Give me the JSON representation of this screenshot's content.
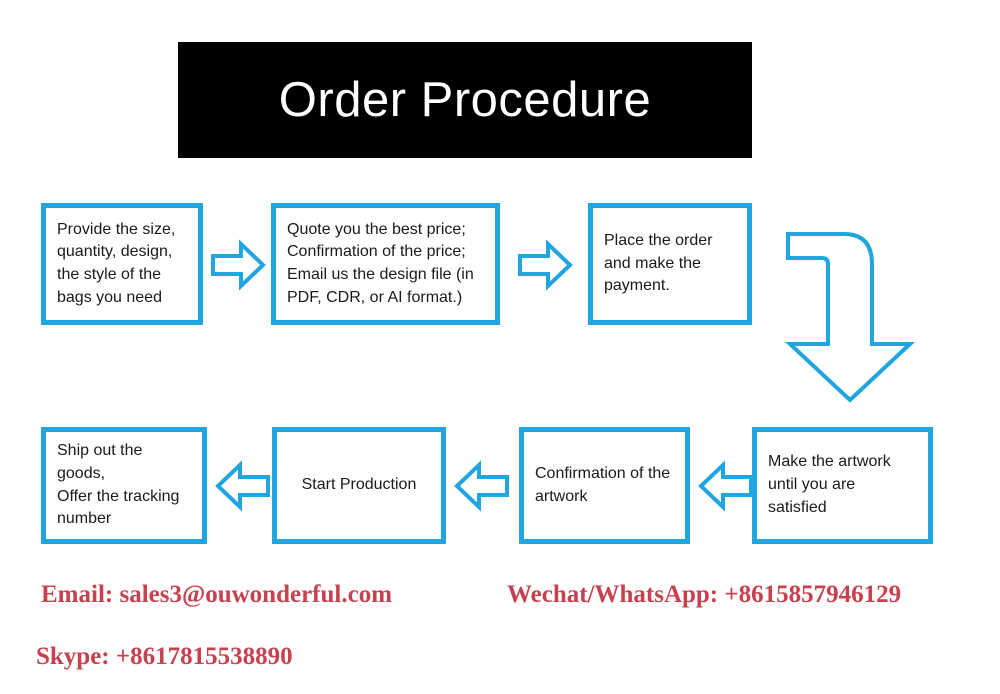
{
  "header": {
    "title": "Order Procedure",
    "banner_bg": "#000000",
    "title_color": "#ffffff"
  },
  "theme": {
    "accent_blue": "#21A5DE",
    "box_fill": "#ffffff",
    "text_color": "#1a1a1a",
    "contact_red": "#C8414F",
    "page_bg": "#ffffff"
  },
  "flow": {
    "row1": [
      {
        "id": "step-1",
        "name": "provide-requirements",
        "text": "Provide the size,\nquantity, design,\nthe style of the\nbags you need",
        "align": "left"
      },
      {
        "id": "step-2",
        "name": "quote-and-design-file",
        "text": "Quote you the best price;\nConfirmation of the price;\nEmail us the design file (in\nPDF, CDR, or AI format.)",
        "align": "left"
      },
      {
        "id": "step-3",
        "name": "place-order-payment",
        "text": "Place the order\nand make the\npayment.",
        "align": "left"
      }
    ],
    "row2": [
      {
        "id": "step-7",
        "name": "ship-goods-tracking",
        "text": "Ship out the goods,\nOffer the tracking\nnumber",
        "align": "left"
      },
      {
        "id": "step-6",
        "name": "start-production",
        "text": "Start Production",
        "align": "center"
      },
      {
        "id": "step-5",
        "name": "confirm-artwork",
        "text": "Confirmation of the\nartwork",
        "align": "left"
      },
      {
        "id": "step-4",
        "name": "make-artwork",
        "text": "Make the artwork\nuntil you are satisfied",
        "align": "left"
      }
    ],
    "connectors": [
      {
        "name": "arrow-step1-to-step2",
        "direction": "right"
      },
      {
        "name": "arrow-step2-to-step3",
        "direction": "right"
      },
      {
        "name": "arrow-step3-to-step4-elbow",
        "direction": "right-then-down"
      },
      {
        "name": "arrow-step4-to-step5",
        "direction": "left"
      },
      {
        "name": "arrow-step5-to-step6",
        "direction": "left"
      },
      {
        "name": "arrow-step6-to-step7",
        "direction": "left"
      }
    ]
  },
  "contact": {
    "email": "Email: sales3@ouwonderful.com",
    "wechat": "Wechat/WhatsApp: +8615857946129",
    "skype": "Skype: +8617815538890"
  }
}
